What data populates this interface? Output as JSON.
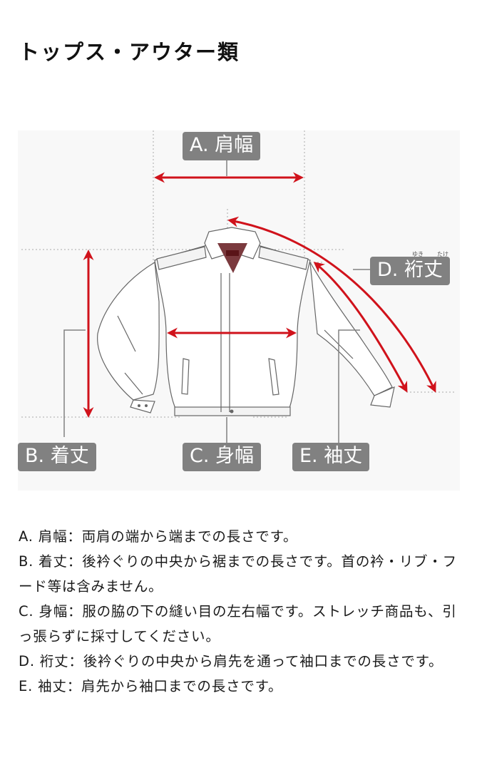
{
  "page": {
    "title": "トップス・アウター類"
  },
  "diagram": {
    "subject": "jacket-illustration",
    "arrow_color": "#d0121b",
    "label_bg": "#818181",
    "labels": {
      "a": "A. 肩幅",
      "b": "B. 着丈",
      "c": "C. 身幅",
      "d": "D. 裄丈",
      "d_ruby_1": "ゆき",
      "d_ruby_2": "たけ",
      "e": "E. 袖丈"
    }
  },
  "descriptions": [
    {
      "key": "A",
      "text": "A. 肩幅：両肩の端から端までの長さです。"
    },
    {
      "key": "B",
      "text": "B. 着丈：後衿ぐりの中央から裾までの長さです。首の衿・リブ・フード等は含みません。"
    },
    {
      "key": "C",
      "text": "C. 身幅：服の脇の下の縫い目の左右幅です。ストレッチ商品も、引っ張らずに採寸してください。"
    },
    {
      "key": "D",
      "text": "D. 裄丈：後衿ぐりの中央から肩先を通って袖口までの長さです。"
    },
    {
      "key": "E",
      "text": "E. 袖丈：肩先から袖口までの長さです。"
    }
  ]
}
